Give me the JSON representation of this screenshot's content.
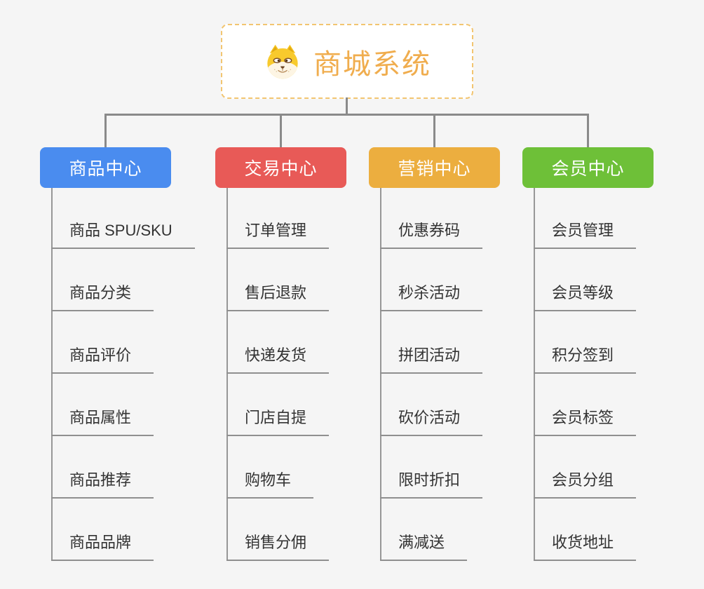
{
  "root": {
    "title": "商城系统",
    "icon": "dog-face-icon",
    "text_color": "#f0ad4e",
    "border_color": "#f2c571"
  },
  "connector_color": "#8a8a8a",
  "branches": [
    {
      "label": "商品中心",
      "color": "#4a8cef",
      "items": [
        "商品 SPU/SKU",
        "商品分类",
        "商品评价",
        "商品属性",
        "商品推荐",
        "商品品牌"
      ]
    },
    {
      "label": "交易中心",
      "color": "#e85a57",
      "items": [
        "订单管理",
        "售后退款",
        "快递发货",
        "门店自提",
        "购物车",
        "销售分佣"
      ]
    },
    {
      "label": "营销中心",
      "color": "#ecae3f",
      "items": [
        "优惠券码",
        "秒杀活动",
        "拼团活动",
        "砍价活动",
        "限时折扣",
        "满减送"
      ]
    },
    {
      "label": "会员中心",
      "color": "#6ec038",
      "items": [
        "会员管理",
        "会员等级",
        "积分签到",
        "会员标签",
        "会员分组",
        "收货地址"
      ]
    }
  ]
}
